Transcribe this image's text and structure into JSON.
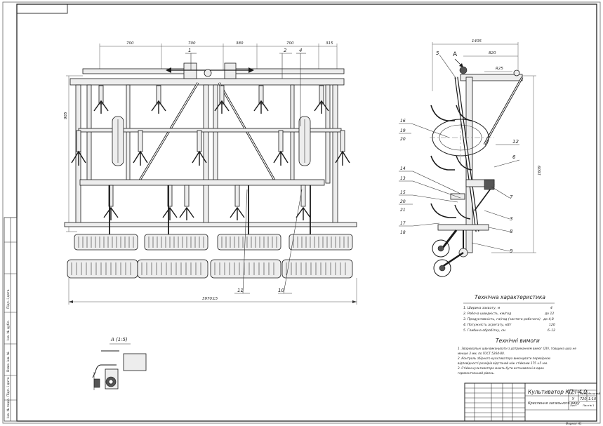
{
  "side_view": {
    "top_dims": [
      "700",
      "700",
      "380",
      "700",
      "315"
    ],
    "height_dim": "985",
    "overall_width": "3970±5",
    "callouts": [
      "1",
      "2",
      "4",
      "11",
      "10"
    ]
  },
  "profile_view": {
    "view_letter": "A",
    "top_dim": "1405",
    "sub_dim": "820",
    "radius_dim": "R25",
    "height_dim": "1609",
    "callouts_left": [
      "5",
      "16",
      "19",
      "20",
      "14",
      "13",
      "15",
      "20",
      "21",
      "17",
      "18"
    ],
    "callouts_right": [
      "12",
      "6",
      "7",
      "3",
      "8",
      "9"
    ]
  },
  "detail_view": {
    "label": "A (1:5)"
  },
  "specs": {
    "title": "Технічна характеристика",
    "rows": [
      {
        "label": "1. Ширина захвату, м",
        "value": "4"
      },
      {
        "label": "2. Робоча швидкість, км/год",
        "value": "до 12"
      },
      {
        "label": "3. Продуктивність, га/год (чистого робочого)",
        "value": "до 4,8"
      },
      {
        "label": "4. Потужність агрегату, кВт",
        "value": "120"
      },
      {
        "label": "5. Глибина обробітку, см",
        "value": "6–12"
      }
    ]
  },
  "requirements": {
    "title": "Технічні вимоги",
    "lines": [
      "1. Зварювальні шви виконувати з дотриманням вимог (2У), товщина шва не",
      "менше 3 мм, по ГОСТ 5264-80.",
      "2. Контроль збірного культиватора виконувати перевіркою",
      "відповідності розмірів відстаней між стійками 175 ±5 мм.",
      "3. Стійки культиватора мають бути встановлені в один",
      "горизонтальний рівень."
    ]
  },
  "title_block": {
    "name": "Культиватор КПЧ-4,0",
    "subtitle": "Креслення загального виду",
    "col_headers": [
      "Літ.",
      "Маса",
      "Масштаб"
    ],
    "col_values": [
      "У",
      "720",
      "1:10"
    ],
    "sheet": "Лист",
    "sheets": "Листів 1",
    "format": "Формат А1"
  },
  "side_strip": [
    "Інв. № подл.",
    "Підп. і дата",
    "Взам. інв. №",
    "Інв. № дубл.",
    "Підп. і дата"
  ]
}
